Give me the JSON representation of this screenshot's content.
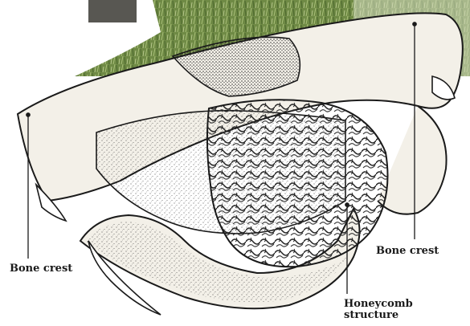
{
  "labels": {
    "bone_crest_left": "Bone crest",
    "bone_crest_right": "Bone crest",
    "honeycomb_line1": "Honeycomb",
    "honeycomb_line2": "structure"
  },
  "colors": {
    "photo_grass": "#6f8a45",
    "bone_fill": "#f3f0e8",
    "stipple": "#2a2a2a",
    "line": "#1a1a1a"
  }
}
